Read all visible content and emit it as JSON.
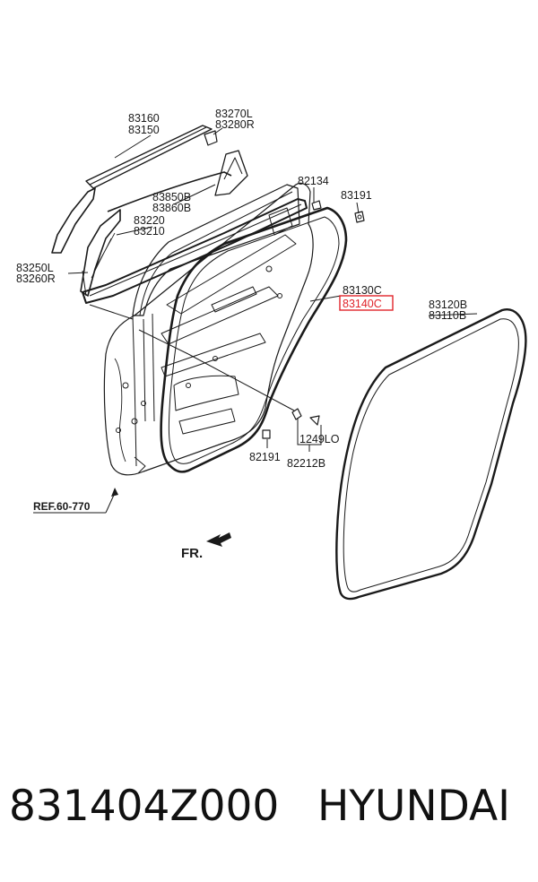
{
  "diagram": {
    "labels": {
      "p83160": "83160",
      "p83150": "83150",
      "p83270L": "83270L",
      "p83280R": "83280R",
      "p82134": "82134",
      "p83191": "83191",
      "p83850B": "83850B",
      "p83860B": "83860B",
      "p83220": "83220",
      "p83210": "83210",
      "p83250L": "83250L",
      "p83260R": "83260R",
      "p83130C": "83130C",
      "p83140C": "83140C",
      "p83120B": "83120B",
      "p83110B": "83110B",
      "p1249LO": "1249LO",
      "p82191": "82191",
      "p82212B": "82212B",
      "ref": "REF.60-770",
      "front": "FR."
    },
    "highlight_color": "#e0242a"
  },
  "footer": {
    "part_number": "831404Z000",
    "brand": "HYUNDAI"
  }
}
